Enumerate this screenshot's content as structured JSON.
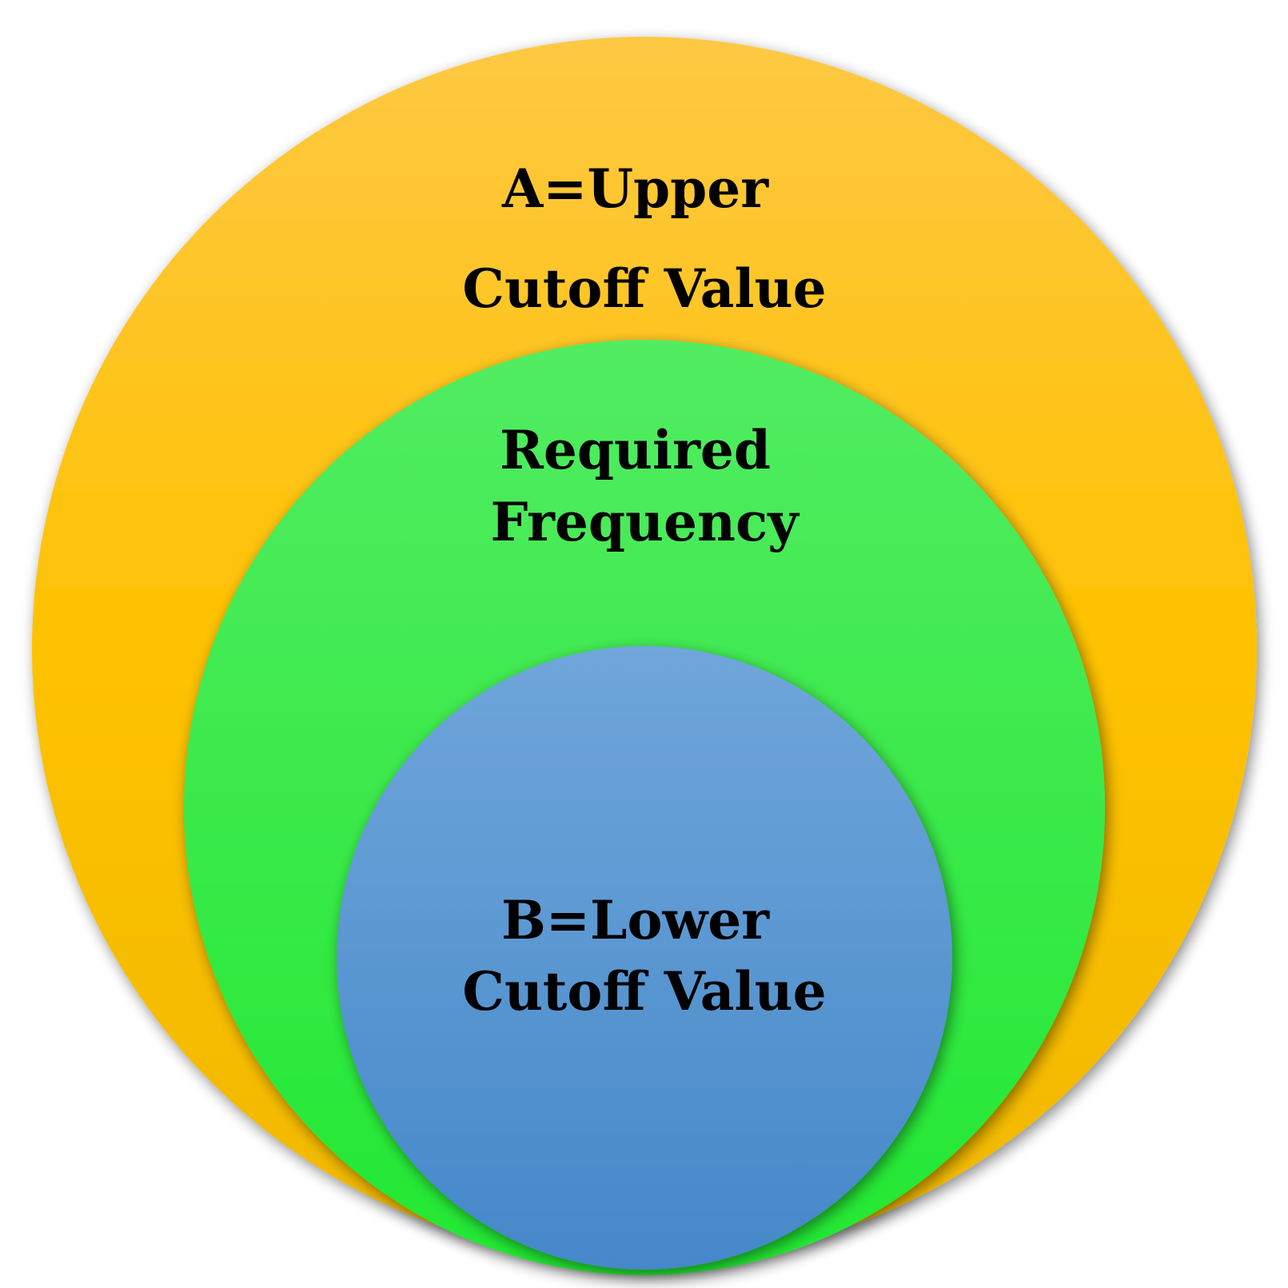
{
  "diagram": {
    "outer": {
      "lines": [
        "A=Upper",
        "Cutoff Value"
      ],
      "color_top": "#FEC843",
      "color_mid": "#FEC200",
      "color_bottom": "#F0B800"
    },
    "middle": {
      "lines": [
        "Required",
        "Frequency"
      ],
      "color_top": "#52EC62",
      "color_bottom": "#22E832"
    },
    "inner": {
      "lines": [
        "B=Lower",
        "Cutoff Value"
      ],
      "color_top": "#6FA6DA",
      "color_bottom": "#4588C9"
    }
  }
}
